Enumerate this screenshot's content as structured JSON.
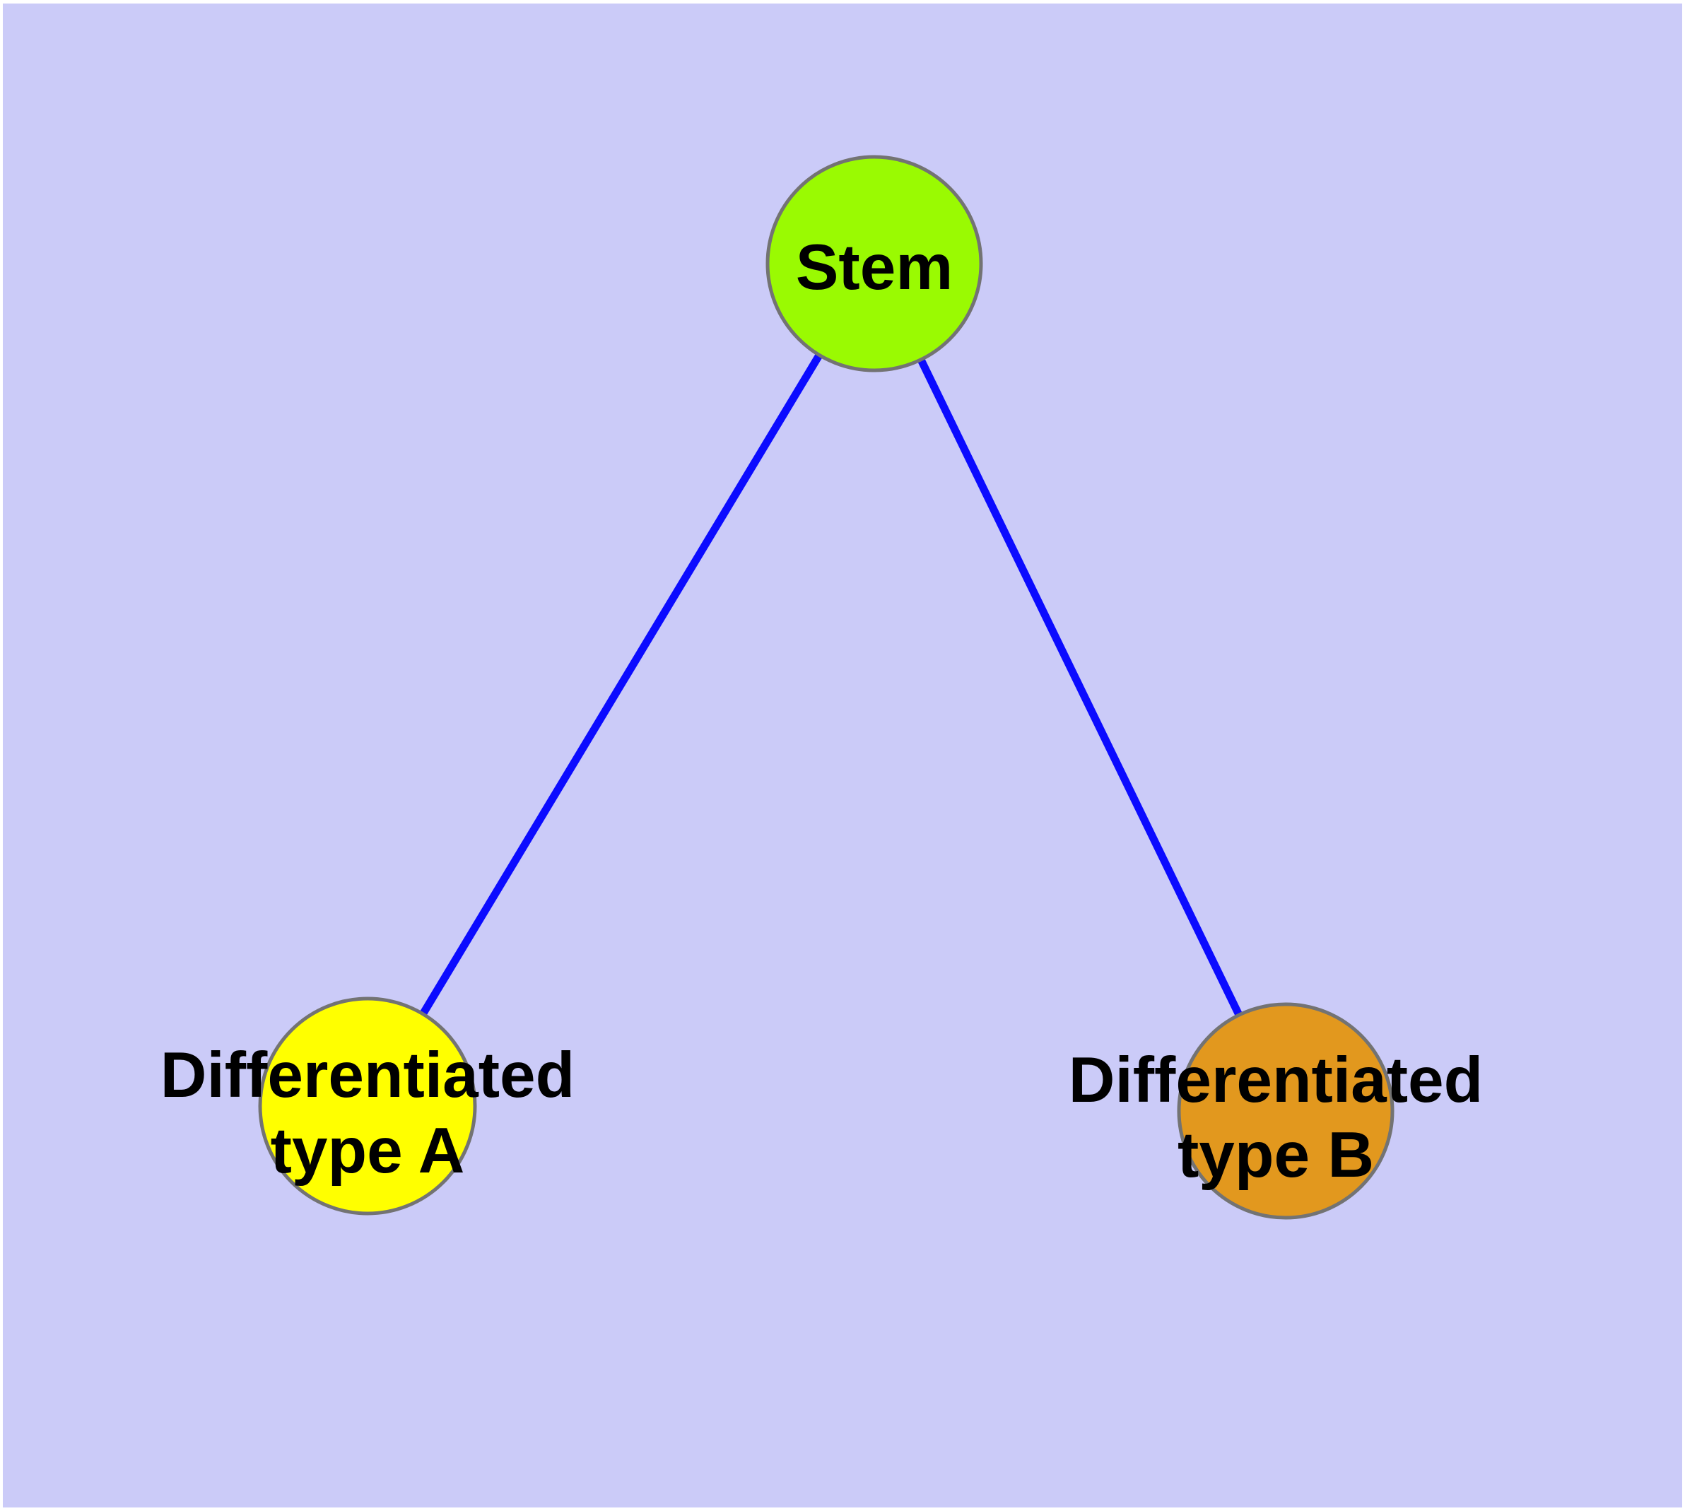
{
  "canvas": {
    "background_color": "#CBCBF8",
    "page_margin_color": "#FFFFFF"
  },
  "graph": {
    "edge_color": "#0B0BFF",
    "node_border_color": "#737373",
    "label_color": "#000000",
    "nodes": [
      {
        "id": "stem",
        "label": "Stem",
        "lines": [
          "Stem"
        ],
        "fill": "#9AFA02"
      },
      {
        "id": "differentiated-type-a",
        "label": "Differentiated type A",
        "lines": [
          "Differentiated",
          "type A"
        ],
        "fill": "#FFFF00"
      },
      {
        "id": "differentiated-type-b",
        "label": "Differentiated type B",
        "lines": [
          "Differentiated",
          "type B"
        ],
        "fill": "#E2981E"
      }
    ],
    "edges": [
      {
        "from": "stem",
        "to": "differentiated-type-a"
      },
      {
        "from": "stem",
        "to": "differentiated-type-b"
      }
    ]
  }
}
